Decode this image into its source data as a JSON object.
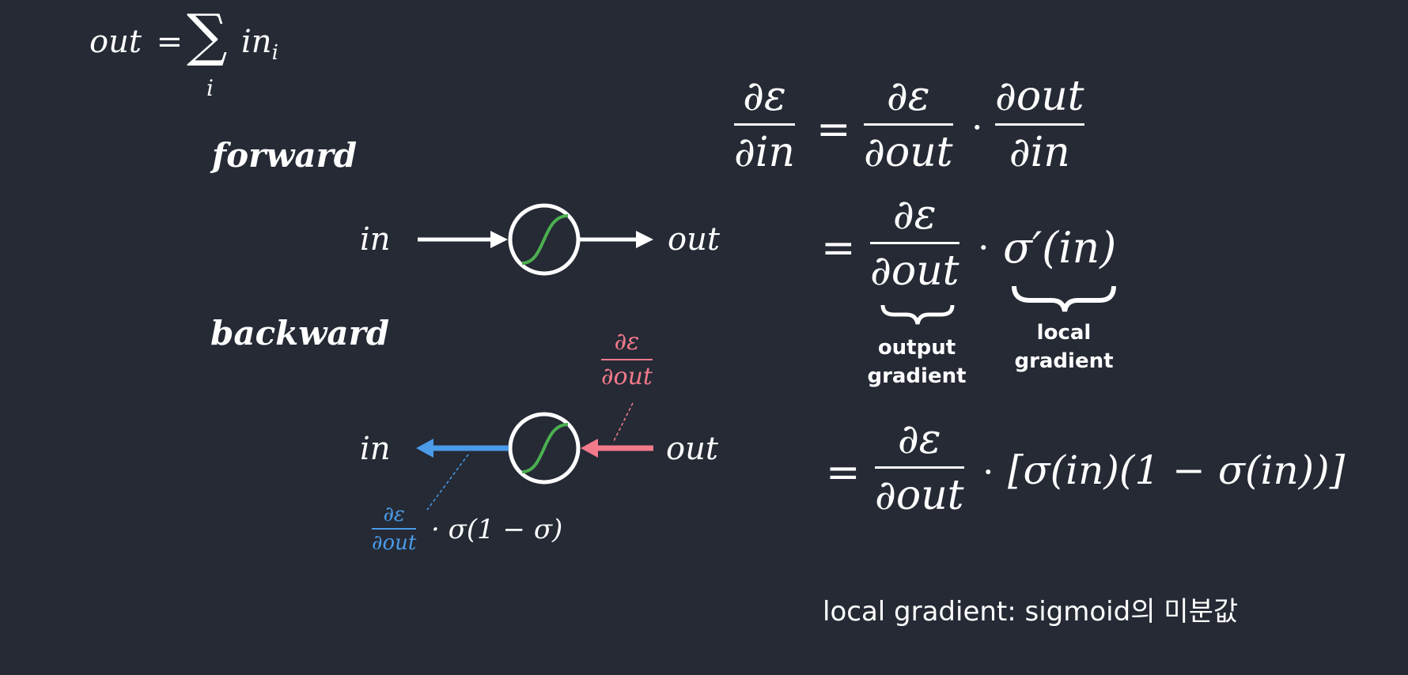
{
  "sum_formula": {
    "lhs": "out",
    "eq": "=",
    "sigma": "∑",
    "index": "i",
    "term": "in",
    "term_sub": "i"
  },
  "headings": {
    "forward": "forward",
    "backward": "backward"
  },
  "forward": {
    "in_label": "in",
    "out_label": "out"
  },
  "backward": {
    "in_label": "in",
    "out_label": "out",
    "upstream_num": "∂ε",
    "upstream_den": "∂out",
    "downstream_num": "∂ε",
    "downstream_den": "∂out",
    "downstream_tail": "· σ(1 − σ)"
  },
  "equations": {
    "line1": {
      "lhs_num": "∂ε",
      "lhs_den": "∂in",
      "eq": "=",
      "f1_num": "∂ε",
      "f1_den": "∂out",
      "dot": "·",
      "f2_num": "∂out",
      "f2_den": "∂in"
    },
    "line2": {
      "eq": "=",
      "f_num": "∂ε",
      "f_den": "∂out",
      "dot": "·",
      "tail": "σ′(in)",
      "brace1_label_1": "output",
      "brace1_label_2": "gradient",
      "brace2_label_1": "local",
      "brace2_label_2": "gradient"
    },
    "line3": {
      "eq": "=",
      "f_num": "∂ε",
      "f_den": "∂out",
      "dot": "·",
      "tail": "[σ(in)(1 − σ(in))]"
    }
  },
  "caption": "local gradient: sigmoid의 미분값",
  "colors": {
    "background": "#252a35",
    "text": "#ffffff",
    "sigmoid_curve": "#4caf50",
    "backward_in": "#4a9be8",
    "backward_out": "#f27a8a"
  }
}
